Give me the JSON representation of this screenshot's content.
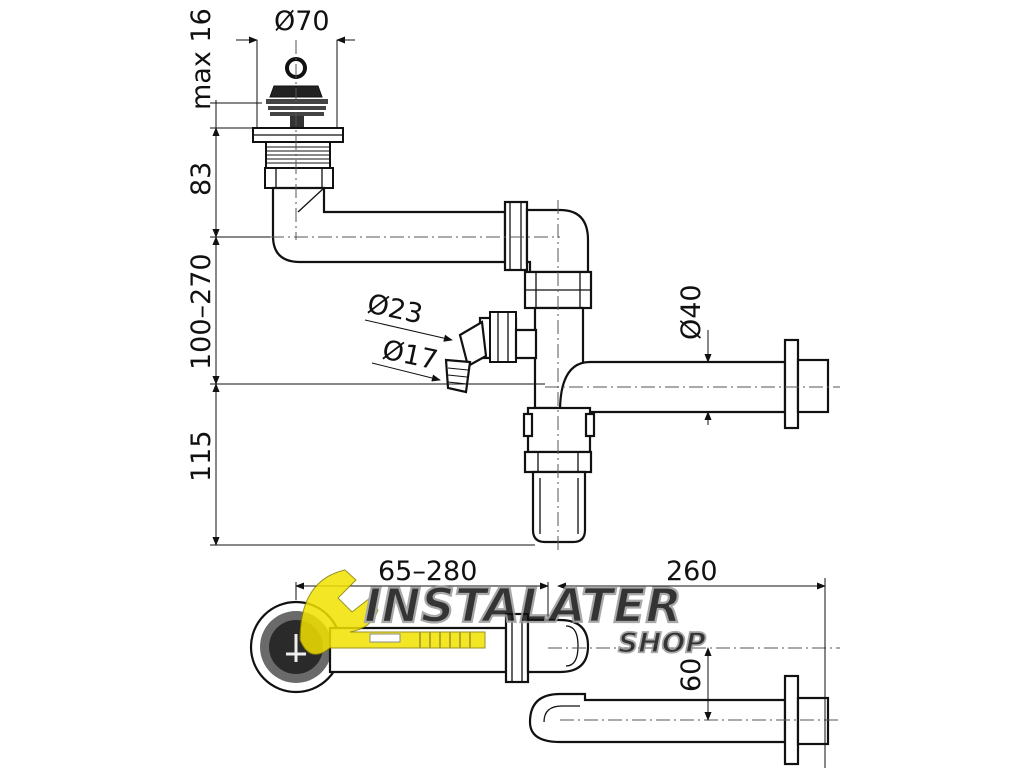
{
  "dimensions": {
    "d70": "Ø70",
    "max16": "max 16",
    "d83": "83",
    "d100_270": "100–270",
    "d23": "Ø23",
    "d17": "Ø17",
    "d40": "Ø40",
    "d115": "115",
    "d65_280": "65–280",
    "d260": "260",
    "d60": "60"
  },
  "watermark": {
    "brand": "INSTALATER",
    "sub": "SHOP"
  },
  "colors": {
    "line": "#111111",
    "watermark_yellow": "#f2e200",
    "watermark_grey": "#9a9a9a",
    "plug_grey": "#6a6a6a"
  }
}
